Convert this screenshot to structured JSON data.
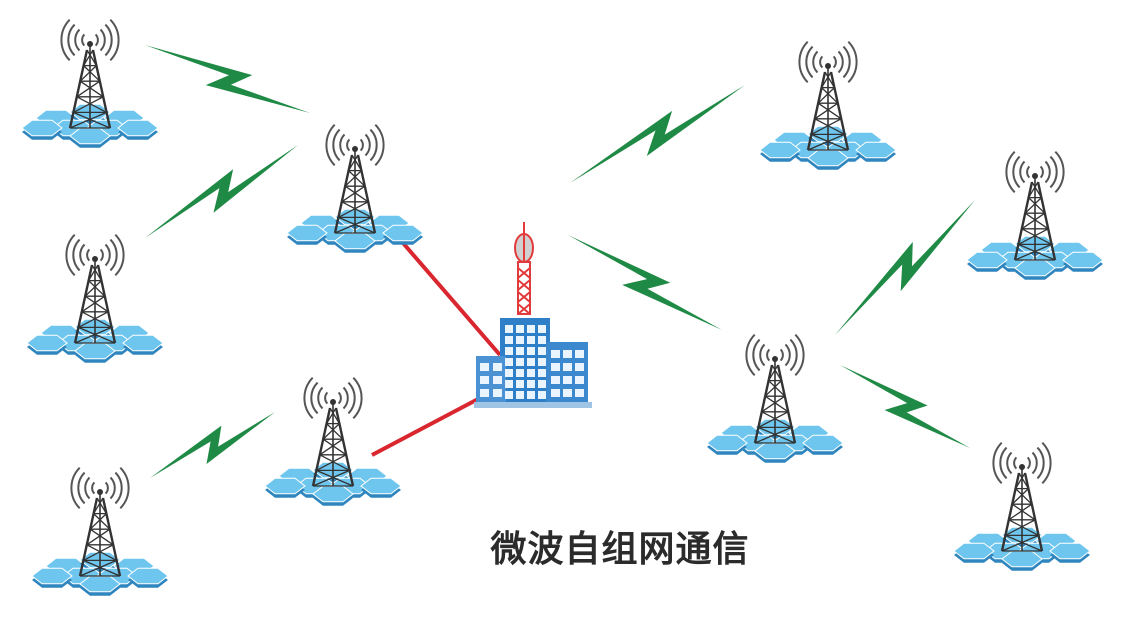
{
  "caption": "微波自组网通信",
  "colors": {
    "tower": "#333333",
    "tile": "#6ec6ee",
    "tile_edge": "#2f86bf",
    "wave": "#555555",
    "bolt": "#1f8a45",
    "wired": "#d9262f",
    "building": "#2f7fc8",
    "window": "#e9f4ff",
    "antenna_red": "#e23b3b"
  },
  "nodes": [
    {
      "id": "node-top-left"
    },
    {
      "id": "node-left-middle"
    },
    {
      "id": "node-bottom-left"
    },
    {
      "id": "node-hub-upper-left"
    },
    {
      "id": "node-hub-lower-left"
    },
    {
      "id": "node-top-right"
    },
    {
      "id": "node-far-right-upper"
    },
    {
      "id": "node-hub-right"
    },
    {
      "id": "node-far-right-lower"
    }
  ],
  "icons": {
    "tower": "radio-tower-icon",
    "building": "building-station-icon",
    "wireless": "microwave-link-icon",
    "wired": "wired-link-icon"
  }
}
